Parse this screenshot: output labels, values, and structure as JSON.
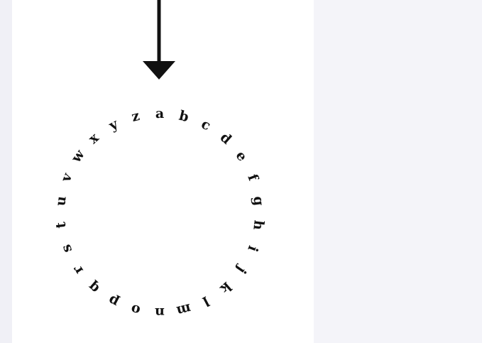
{
  "pointer": {
    "icon": "down-arrow-icon",
    "color": "#111111"
  },
  "wheel": {
    "letters": [
      "a",
      "b",
      "c",
      "d",
      "e",
      "f",
      "g",
      "h",
      "i",
      "j",
      "k",
      "l",
      "m",
      "n",
      "o",
      "p",
      "q",
      "r",
      "s",
      "t",
      "u",
      "v",
      "w",
      "x",
      "y",
      "z"
    ],
    "rotation_offset_letter": "a",
    "text_color": "#111111"
  }
}
